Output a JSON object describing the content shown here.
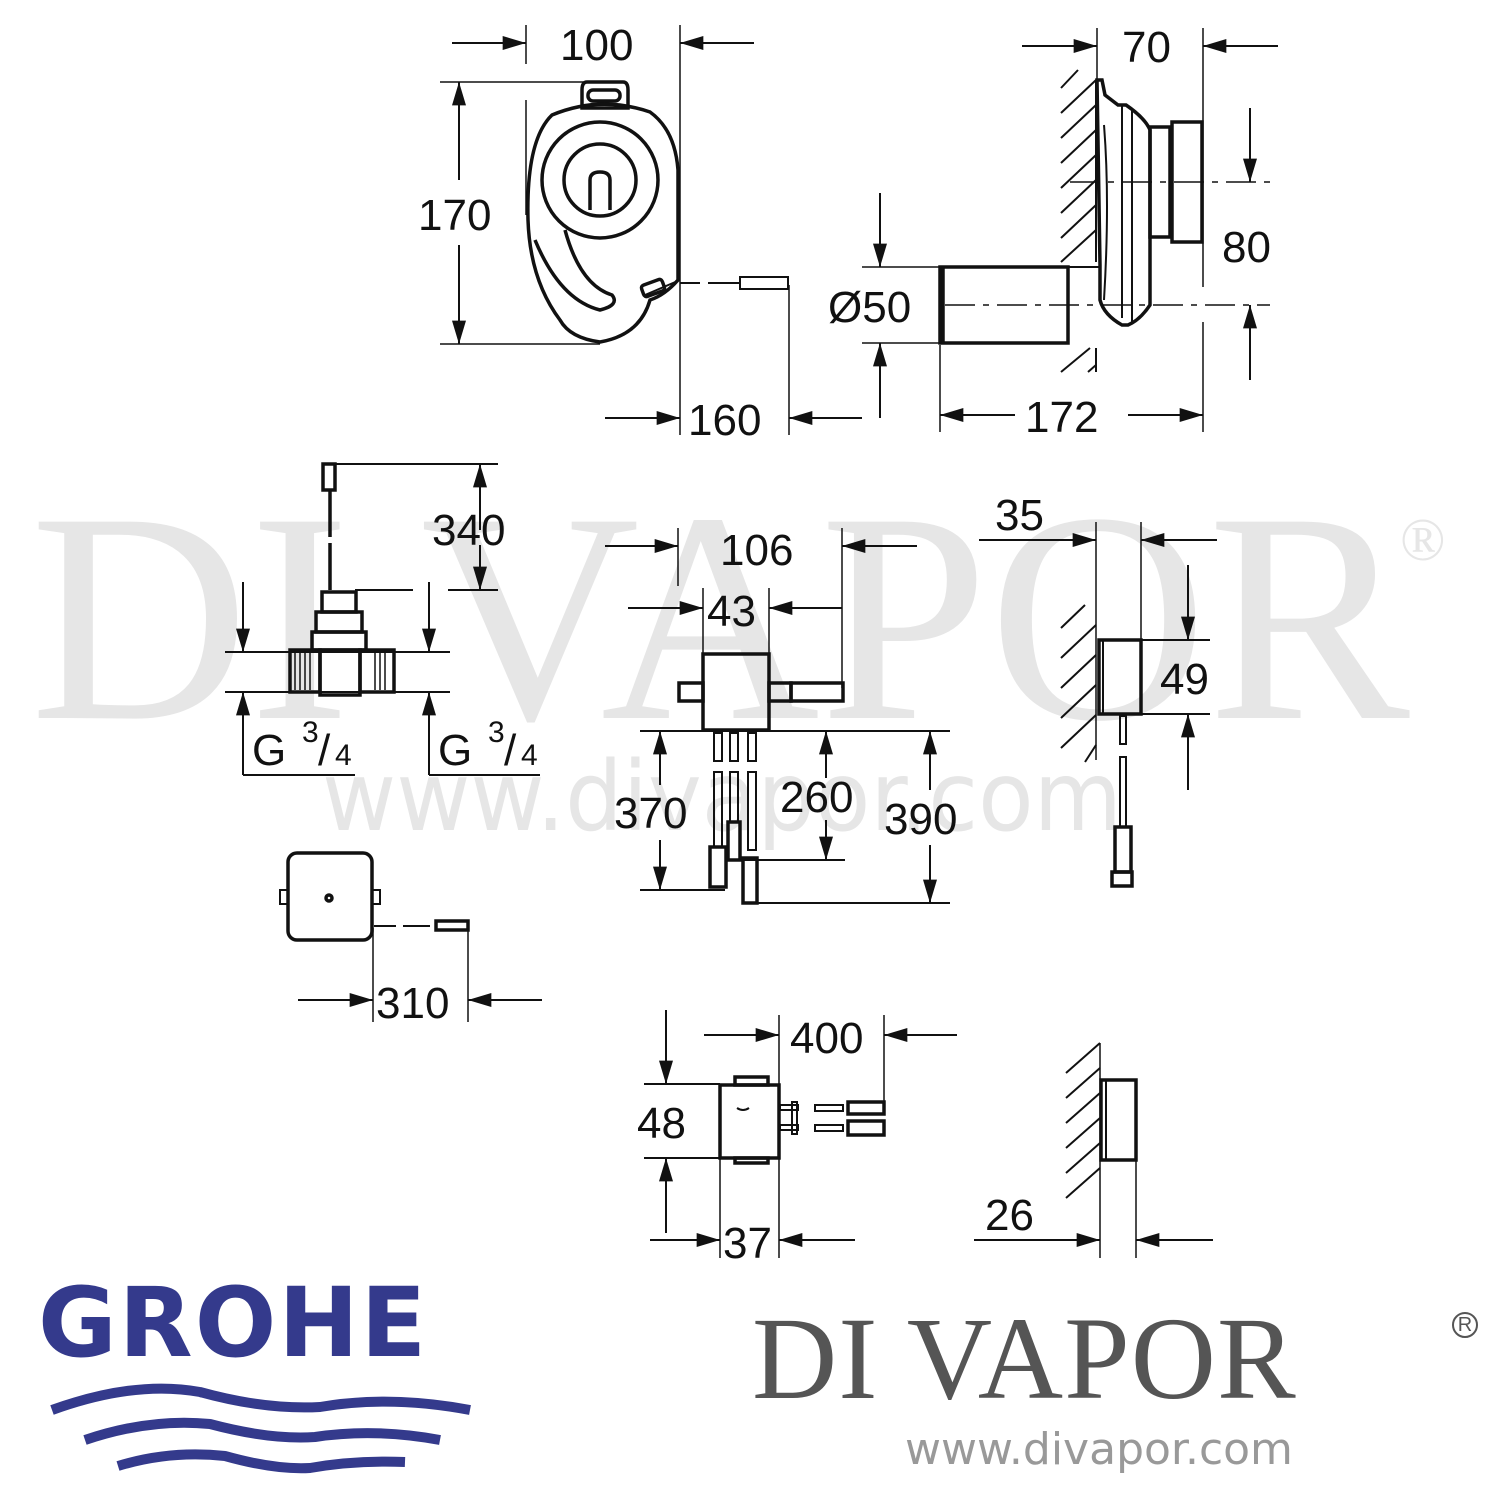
{
  "watermark": {
    "big_text": "DI VAPOR",
    "registered": "®",
    "url": "www.divapor.com",
    "color": "#e6e6e6"
  },
  "views": {
    "trap_front": {
      "dims": {
        "width": "100",
        "height": "170",
        "cable": "160"
      }
    },
    "trap_side": {
      "dims": {
        "depth_flange": "70",
        "outlet_height": "80",
        "pipe_diameter": "Ø50",
        "overall_length": "172"
      }
    },
    "valve": {
      "dims": {
        "cable_length": "340",
        "thread_left": "G",
        "thread_right": "G",
        "thread_frac_num": "3",
        "thread_frac_den": "4"
      }
    },
    "power_unit_front": {
      "dims": {
        "overall_width": "106",
        "body_width": "43",
        "cable_a": "370",
        "cable_b": "260",
        "cable_c": "390"
      }
    },
    "power_unit_side": {
      "dims": {
        "depth": "35",
        "height": "49"
      }
    },
    "sensor_box": {
      "dims": {
        "cable_length": "310"
      }
    },
    "battery_box_front": {
      "dims": {
        "cable_length": "400",
        "height": "48",
        "width": "37"
      }
    },
    "battery_box_side": {
      "dims": {
        "depth": "26"
      }
    }
  },
  "logos": {
    "grohe": {
      "text": "GROHE",
      "color": "#343a8c"
    },
    "divapor": {
      "text": "DI VAPOR",
      "registered": "®",
      "url": "www.divapor.com",
      "color": "#555555",
      "url_color": "#999999"
    }
  }
}
